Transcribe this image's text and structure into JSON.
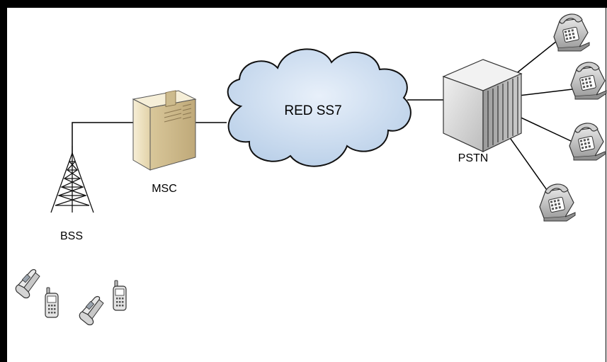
{
  "diagram": {
    "nodes": {
      "bss": {
        "label": "BSS",
        "icon": "radio-tower-icon"
      },
      "msc": {
        "label": "MSC",
        "icon": "server-icon"
      },
      "ss7": {
        "label": "RED SS7",
        "icon": "cloud-icon"
      },
      "pstn": {
        "label": "PSTN",
        "icon": "switch-cabinet-icon"
      }
    },
    "phones": [
      "telephone-icon",
      "telephone-icon",
      "telephone-icon",
      "telephone-icon"
    ],
    "mobiles": [
      "flip-phone-icon",
      "mobile-phone-icon",
      "flip-phone-icon",
      "mobile-phone-icon"
    ],
    "colors": {
      "border": "#000000",
      "cloud_fill": "#dbe7f4",
      "server_fill": "#efe4c4",
      "pstn_fill": "#d9d9d9"
    }
  }
}
